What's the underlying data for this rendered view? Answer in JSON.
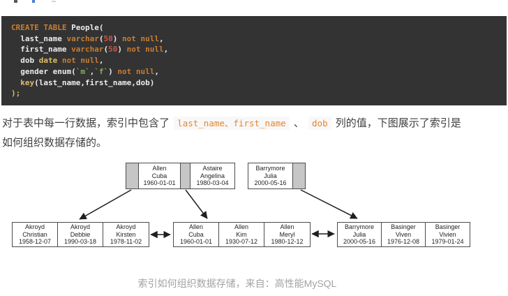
{
  "colors": {
    "code-bg": "#333333",
    "code-keyword": "#c87d33",
    "code-number": "#c9564a",
    "code-function": "#ddbf6a",
    "code-string": "#8aae5c",
    "code-plain": "#ececec",
    "inline-code-text": "#e6862e",
    "inline-code-bg": "#f8f8f8",
    "body-text": "#3f3f3f",
    "caption-text": "#a3a3a3",
    "pointer-cell-fill": "#c6c6c6"
  },
  "code": {
    "lines": [
      {
        "tokens": [
          {
            "c": "kw",
            "t": "CREATE TABLE"
          },
          {
            "c": "pln",
            "t": " People("
          }
        ]
      },
      {
        "tokens": [
          {
            "c": "pln",
            "t": "  last_name "
          },
          {
            "c": "kw",
            "t": "varchar"
          },
          {
            "c": "pln",
            "t": "("
          },
          {
            "c": "num",
            "t": "50"
          },
          {
            "c": "pln",
            "t": ") "
          },
          {
            "c": "kw",
            "t": "not null"
          },
          {
            "c": "pln",
            "t": ","
          }
        ]
      },
      {
        "tokens": [
          {
            "c": "pln",
            "t": "  first_name "
          },
          {
            "c": "kw",
            "t": "varchar"
          },
          {
            "c": "pln",
            "t": "("
          },
          {
            "c": "num",
            "t": "50"
          },
          {
            "c": "pln",
            "t": ") "
          },
          {
            "c": "kw",
            "t": "not null"
          },
          {
            "c": "pln",
            "t": ","
          }
        ]
      },
      {
        "tokens": [
          {
            "c": "pln",
            "t": "  dob "
          },
          {
            "c": "typ",
            "t": "date"
          },
          {
            "c": "pln",
            "t": " "
          },
          {
            "c": "kw",
            "t": "not null"
          },
          {
            "c": "pln",
            "t": ","
          }
        ]
      },
      {
        "tokens": [
          {
            "c": "pln",
            "t": "  gender enum("
          },
          {
            "c": "str",
            "t": "`m`"
          },
          {
            "c": "pln",
            "t": ","
          },
          {
            "c": "str",
            "t": "`f`"
          },
          {
            "c": "pln",
            "t": ") "
          },
          {
            "c": "kw",
            "t": "not null"
          },
          {
            "c": "pln",
            "t": ","
          }
        ]
      },
      {
        "tokens": [
          {
            "c": "typ",
            "t": "  key"
          },
          {
            "c": "pln",
            "t": "(last_name,first_name,dob)"
          }
        ]
      },
      {
        "tokens": [
          {
            "c": "typ",
            "t": ");"
          }
        ]
      }
    ]
  },
  "paragraph": {
    "text_1": "对于表中每一行数据，索引中包含了 ",
    "code_1": "last_name、first_name",
    "text_2": " 、 ",
    "code_2": "dob",
    "text_3": " 列的值，下图展示了索引是",
    "text_4": "如何组织数据存储的。"
  },
  "diagram": {
    "roots": [
      {
        "cells": [
          {
            "kind": "pointer"
          },
          {
            "kind": "entry",
            "lines": [
              "Allen",
              "Cuba",
              "1960-01-01"
            ]
          },
          {
            "kind": "pointer"
          },
          {
            "kind": "entry",
            "lines": [
              "Astaire",
              "Angelina",
              "1980-03-04"
            ]
          }
        ]
      },
      {
        "cells": [
          {
            "kind": "entry",
            "lines": [
              "Barrymore",
              "Julia",
              "2000-05-16"
            ]
          },
          {
            "kind": "pointer"
          }
        ]
      }
    ],
    "leaves": [
      {
        "cells": [
          {
            "lines": [
              "Akroyd",
              "Christian",
              "1958-12-07"
            ]
          },
          {
            "lines": [
              "Akroyd",
              "Debbie",
              "1990-03-18"
            ]
          },
          {
            "lines": [
              "Akroyd",
              "Kirsten",
              "1978-11-02"
            ]
          }
        ]
      },
      {
        "cells": [
          {
            "lines": [
              "Allen",
              "Cuba",
              "1960-01-01"
            ]
          },
          {
            "lines": [
              "Allen",
              "Kim",
              "1930-07-12"
            ]
          },
          {
            "lines": [
              "Allen",
              "Meryl",
              "1980-12-12"
            ]
          }
        ]
      },
      {
        "cells": [
          {
            "lines": [
              "Barrymore",
              "Julia",
              "2000-05-16"
            ]
          },
          {
            "lines": [
              "Basinger",
              "Viven",
              "1976-12-08"
            ]
          },
          {
            "lines": [
              "Basinger",
              "Vivien",
              "1979-01-24"
            ]
          }
        ]
      }
    ],
    "caption": "索引如何组织数据存储，来自：高性能MySQL"
  }
}
